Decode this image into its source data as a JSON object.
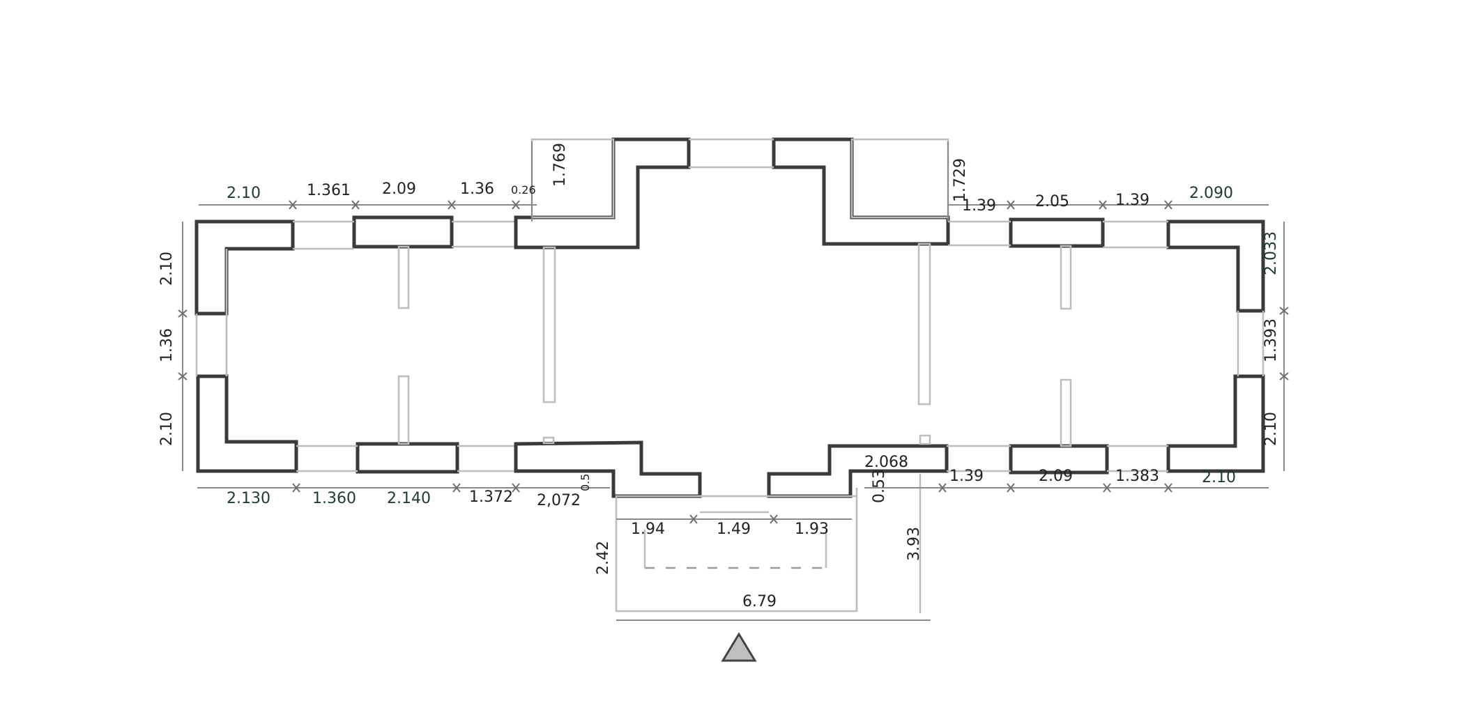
{
  "drawing": {
    "top_dims_left": [
      "2.10",
      "1.361",
      "2.09",
      "1.36",
      "0.26"
    ],
    "top_dims_right": [
      "1.39",
      "2.05",
      "1.39",
      "2.090"
    ],
    "center_top_left": "1.769",
    "center_top_right": "1.729",
    "left_side_dims": [
      "2.10",
      "1.36",
      "2.10"
    ],
    "right_side_dims": [
      "2.033",
      "1.393",
      "2.10"
    ],
    "bottom_dims_left": [
      "2.130",
      "1.360",
      "2.140",
      "1.372",
      "2,072",
      "0.5"
    ],
    "bottom_dims_right": [
      "2.068",
      "0.53",
      "1.39",
      "2.09",
      "1.383",
      "2.10"
    ],
    "portico_dims": [
      "1.94",
      "1.49",
      "1.93"
    ],
    "portico_depth_left": "2.42",
    "portico_depth_right": "3.93",
    "portico_width": "6.79",
    "north_arrow": "triangle"
  }
}
